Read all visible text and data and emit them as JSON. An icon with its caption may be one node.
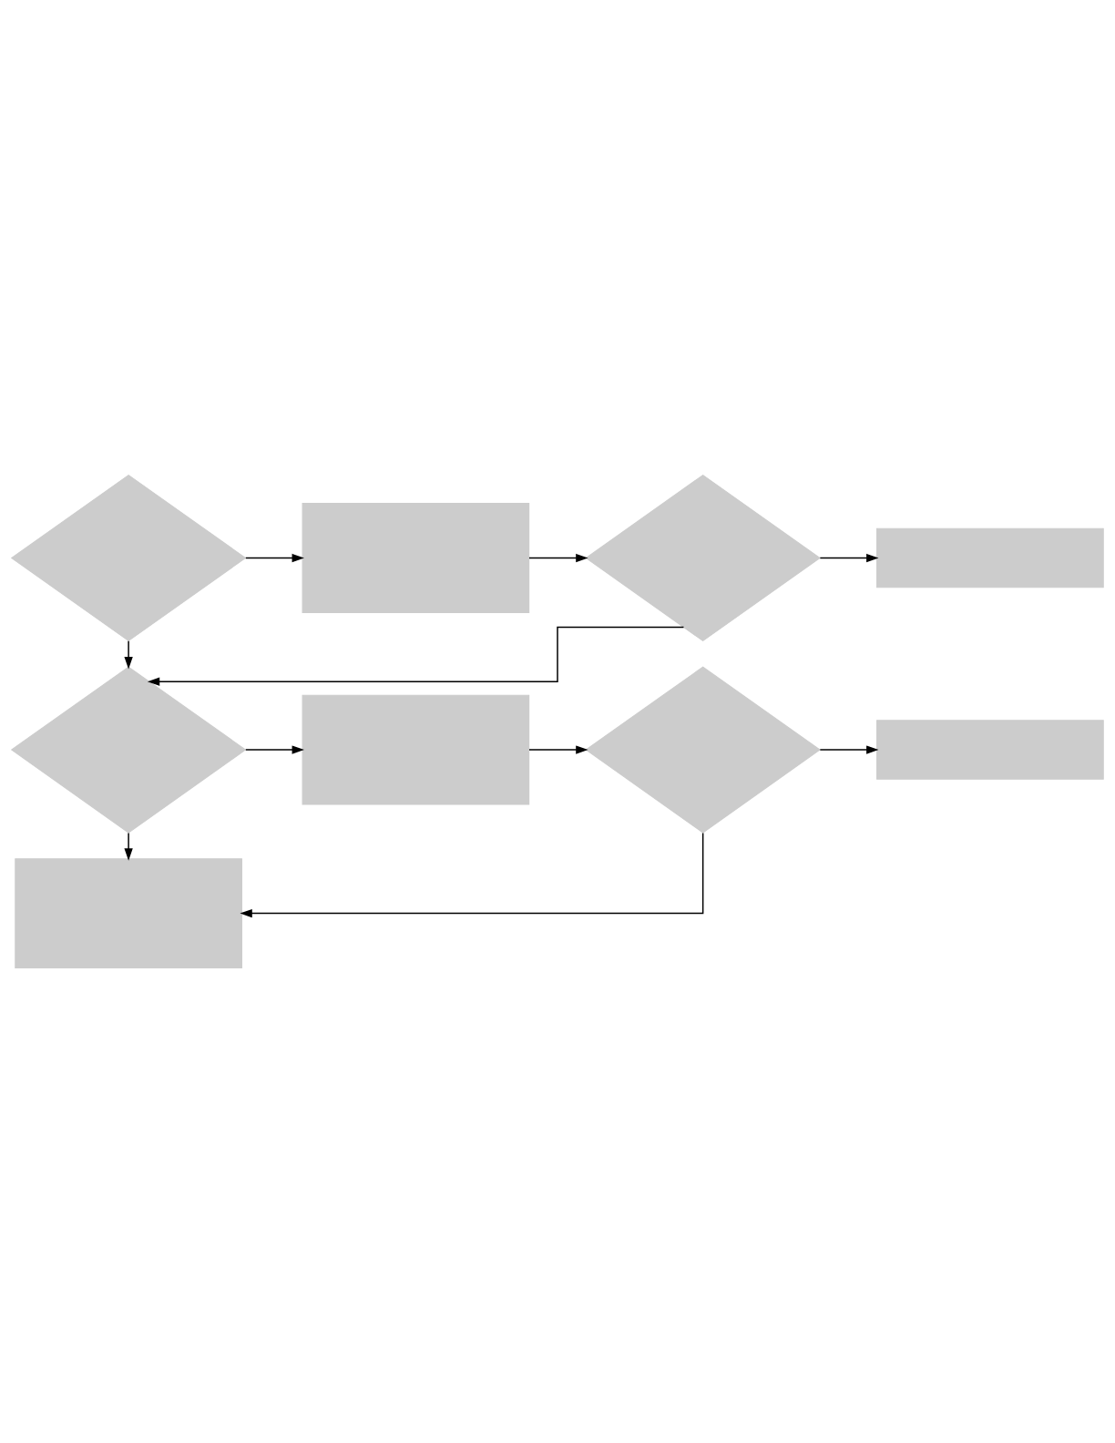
{
  "diagram": {
    "nodes": [
      {
        "text": [],
        "shape": "diamond"
      },
      {
        "text": [],
        "shape": "box"
      },
      {
        "text": [],
        "shape": "diamond"
      },
      {
        "text": [],
        "shape": "box"
      },
      {
        "text": [],
        "shape": "diamond"
      },
      {
        "text": [],
        "shape": "box"
      },
      {
        "text": [],
        "shape": "diamond"
      },
      {
        "text": [],
        "shape": "box"
      },
      {
        "text": [],
        "shape": "box"
      }
    ],
    "edges": [
      {
        "from": 0,
        "to": 1,
        "arrow": "to"
      },
      {
        "from": 1,
        "to": 2,
        "arrow": "to"
      },
      {
        "from": 2,
        "to": 3,
        "arrow": "to"
      },
      {
        "from": 0,
        "to": 4,
        "arrow": "to"
      },
      {
        "from": 2,
        "to": 4,
        "arrow": "to"
      },
      {
        "from": 4,
        "to": 5,
        "arrow": "to"
      },
      {
        "from": 5,
        "to": 6,
        "arrow": "to"
      },
      {
        "from": 6,
        "to": 7,
        "arrow": "to"
      },
      {
        "from": 4,
        "to": 8,
        "arrow": "to"
      },
      {
        "from": 6,
        "to": 8,
        "arrow": "to"
      }
    ]
  }
}
